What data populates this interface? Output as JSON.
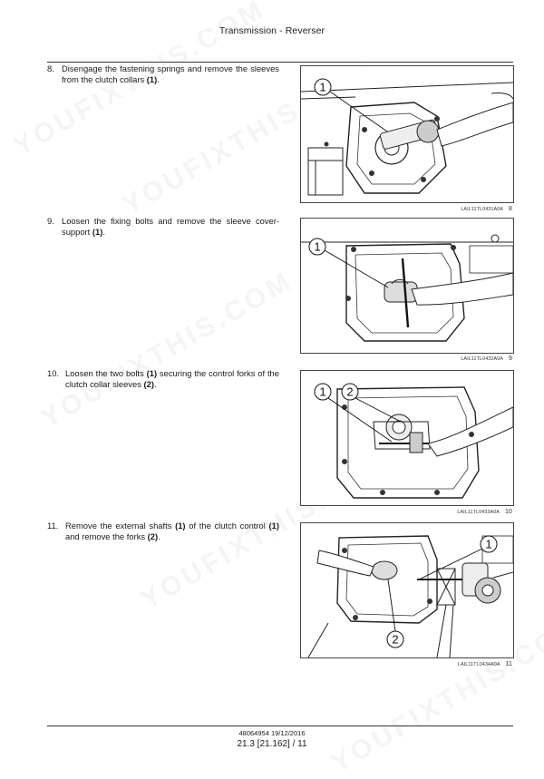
{
  "header": {
    "title": "Transmission - Reverser"
  },
  "steps": [
    {
      "number": "8.",
      "text_before": "Disengage the fastening springs and remove the sleeves from the clutch collars ",
      "ref1": "(1)",
      "text_after": ".",
      "figure": {
        "code": "LAIL11TL0431A0A",
        "number": "8",
        "callouts": [
          "1"
        ]
      }
    },
    {
      "number": "9.",
      "text_before": "Loosen the fixing bolts and remove the sleeve cover-support ",
      "ref1": "(1)",
      "text_after": ".",
      "figure": {
        "code": "LAIL11TL0432A0A",
        "number": "9",
        "callouts": [
          "1"
        ]
      }
    },
    {
      "number": "10.",
      "text_before": "Loosen the two bolts ",
      "ref1": "(1)",
      "text_mid": " securing the control forks of the clutch collar sleeves ",
      "ref2": "(2)",
      "text_after": ".",
      "figure": {
        "code": "LAIL11TL0433A0A",
        "number": "10",
        "callouts": [
          "1",
          "2"
        ]
      }
    },
    {
      "number": "11.",
      "text_before": "Remove the external shafts ",
      "ref1": "(1)",
      "text_mid": " of the clutch control ",
      "ref2": "(1)",
      "text_mid2": " and remove the forks ",
      "ref3": "(2)",
      "text_after": ".",
      "figure": {
        "code": "LAIL11TL0434A0A",
        "number": "11",
        "callouts": [
          "1",
          "2"
        ]
      }
    }
  ],
  "footer": {
    "doc_code": "48064954 19/12/2016",
    "page": "21.3 [21.162] / 11"
  },
  "watermark": "YOUFIXTHIS.COM"
}
